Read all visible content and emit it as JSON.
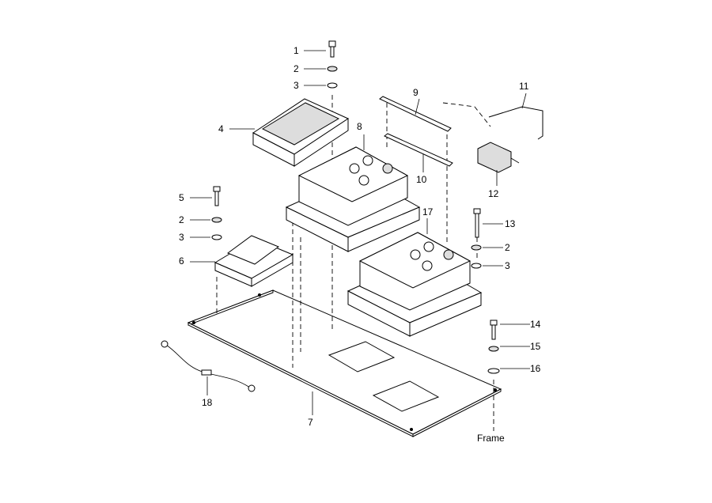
{
  "diagram": {
    "callouts": [
      {
        "id": "c1",
        "text": "1"
      },
      {
        "id": "c2a",
        "text": "2"
      },
      {
        "id": "c3a",
        "text": "3"
      },
      {
        "id": "c4",
        "text": "4"
      },
      {
        "id": "c5",
        "text": "5"
      },
      {
        "id": "c2b",
        "text": "2"
      },
      {
        "id": "c3b",
        "text": "3"
      },
      {
        "id": "c6",
        "text": "6"
      },
      {
        "id": "c7",
        "text": "7"
      },
      {
        "id": "c8",
        "text": "8"
      },
      {
        "id": "c9",
        "text": "9"
      },
      {
        "id": "c10",
        "text": "10"
      },
      {
        "id": "c11",
        "text": "11"
      },
      {
        "id": "c12",
        "text": "12"
      },
      {
        "id": "c13",
        "text": "13"
      },
      {
        "id": "c2c",
        "text": "2"
      },
      {
        "id": "c3c",
        "text": "3"
      },
      {
        "id": "c14",
        "text": "14"
      },
      {
        "id": "c15",
        "text": "15"
      },
      {
        "id": "c16",
        "text": "16"
      },
      {
        "id": "c17",
        "text": "17"
      },
      {
        "id": "c18",
        "text": "18"
      }
    ],
    "frame_label": "Frame"
  }
}
